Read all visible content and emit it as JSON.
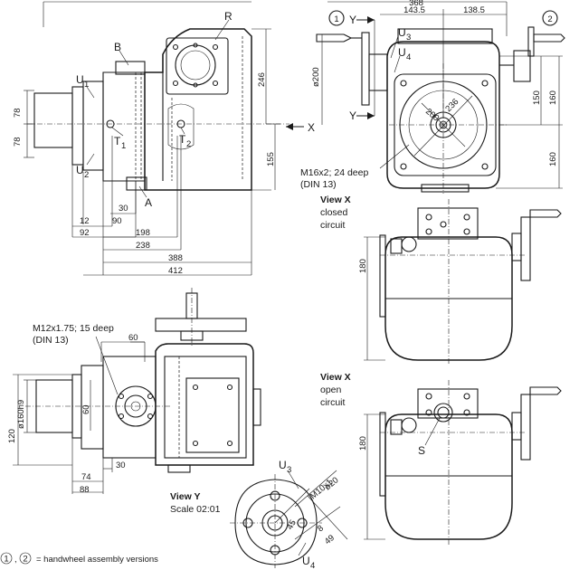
{
  "top_view": {
    "labels": {
      "R": "R",
      "B": "B",
      "U1": "U",
      "U1_sub": "1",
      "U2": "U",
      "U2_sub": "2",
      "T1": "T",
      "T1_sub": "1",
      "T2": "T",
      "T2_sub": "2",
      "A": "A",
      "X": "X"
    },
    "dims_left": [
      "78",
      "78"
    ],
    "dims_right": [
      "246",
      "155"
    ],
    "dims_bottom": [
      "30",
      "12",
      "90",
      "92",
      "198",
      "238",
      "388",
      "412"
    ]
  },
  "view_y_side": {
    "labels": {
      "Y_top": "Y",
      "Y_bottom": "Y",
      "U3": "U",
      "U3_sub": "3",
      "U4": "U",
      "U4_sub": "4",
      "circle1": "1",
      "circle2": "2"
    },
    "dims": [
      "368",
      "143.5",
      "138.5",
      "ø200",
      "200",
      "236",
      "150",
      "160",
      "160"
    ],
    "note": [
      "M16x2; 24 deep",
      "(DIN 13)"
    ]
  },
  "view_x_closed": {
    "title": "View X",
    "lines": [
      "closed",
      "circuit"
    ],
    "dim": "180"
  },
  "view_x_open": {
    "title": "View X",
    "lines": [
      "open",
      "circuit"
    ],
    "dim": "180",
    "label": "S"
  },
  "front_view": {
    "note": [
      "M12x1.75; 15 deep",
      "(DIN 13)"
    ],
    "dims": [
      "60",
      "ø160h9",
      "60",
      "120",
      "30",
      "74",
      "88"
    ]
  },
  "view_y_detail": {
    "title": "View Y",
    "subtitle": "Scale 02:01",
    "labels": {
      "U3": "U",
      "U3_sub": "3",
      "U4": "U",
      "U4_sub": "4"
    },
    "dims": [
      "ø20",
      "M10x1",
      "45",
      "8",
      "49"
    ]
  },
  "footnote": {
    "circle1": "1",
    "circle2": "2",
    "text": "= handwheel assembly versions"
  }
}
